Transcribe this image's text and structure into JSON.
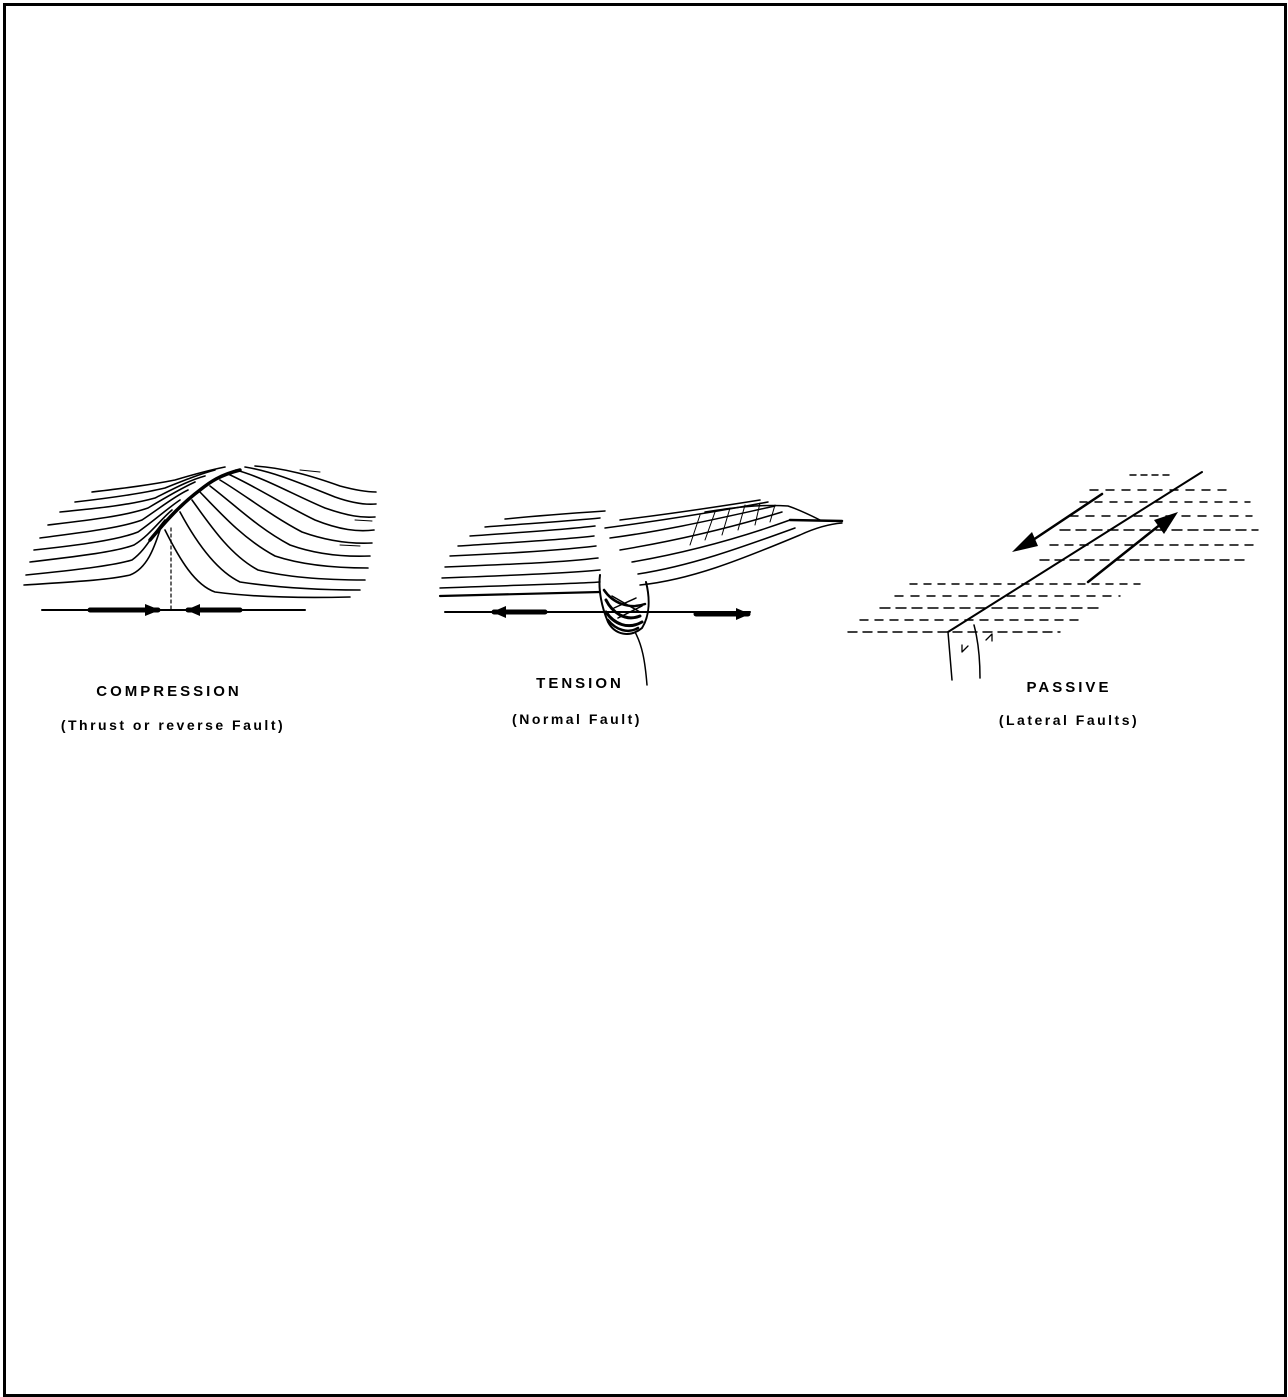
{
  "panels": [
    {
      "title": "COMPRESSION",
      "subtitle": "(Thrust or reverse Fault)"
    },
    {
      "title": "TENSION",
      "subtitle": "(Normal Fault)"
    },
    {
      "title": "PASSIVE",
      "subtitle": "(Lateral Faults)"
    }
  ]
}
